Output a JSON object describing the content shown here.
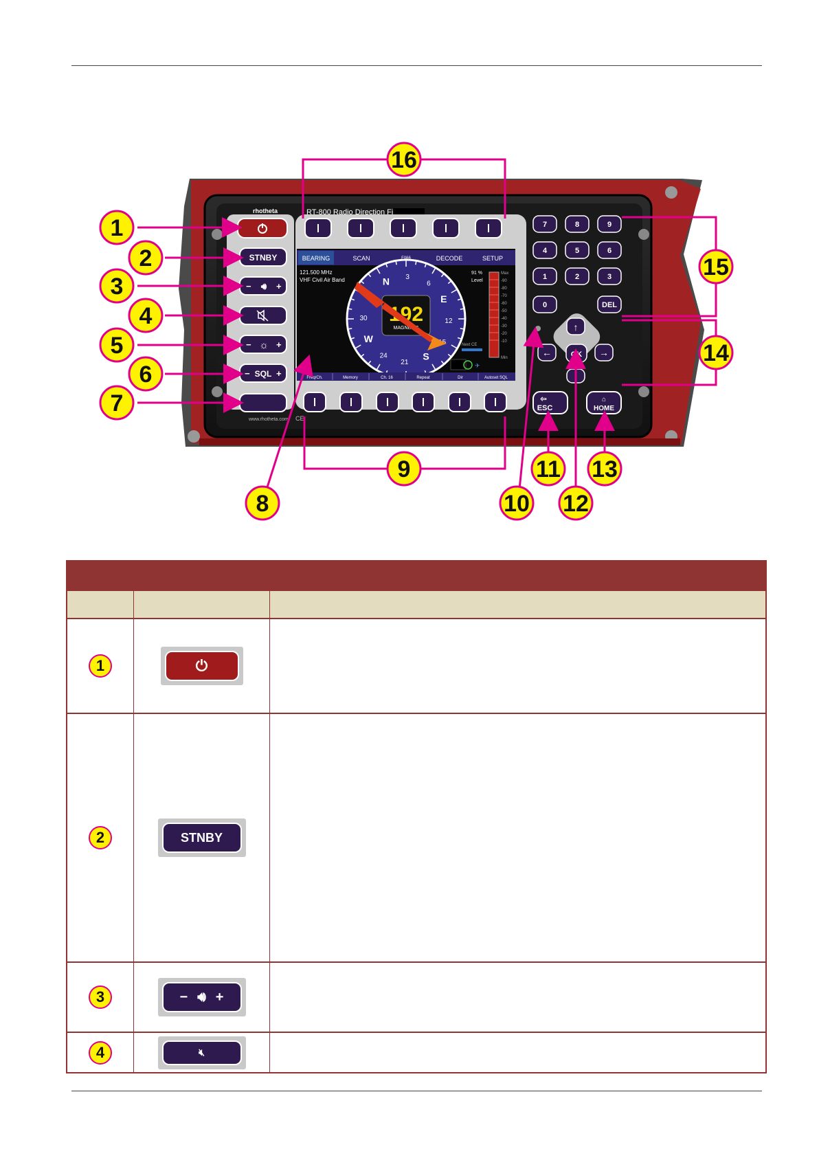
{
  "device": {
    "title": "RT-800 Radio Direction Finder",
    "brand": "rhotheta",
    "website": "www.rhotheta.com",
    "ce_mark": "CE",
    "left_buttons": {
      "standby": "STNBY",
      "volume_minus": "−",
      "volume_plus": "+",
      "brightness_minus": "−",
      "brightness_plus": "+",
      "squelch": "SQL",
      "squelch_minus": "−",
      "squelch_plus": "+"
    },
    "screen": {
      "tabs": [
        "BEARING",
        "SCAN",
        "",
        "DECODE",
        "SETUP"
      ],
      "active_tab": "BEARING",
      "frequency": "121.500 MHz",
      "band": "VHF Civil Air Band",
      "bearing_value": "192",
      "bearing_mode": "MAGNETIC",
      "compass_top_label": "F066",
      "compass_letters": [
        "N",
        "E",
        "S",
        "W"
      ],
      "compass_numbers": [
        "3",
        "6",
        "12",
        "15",
        "21",
        "24",
        "30",
        "33"
      ],
      "level_percent": "91 %",
      "level_label": "Level",
      "meter_max": "Max",
      "meter_min": "Min",
      "meter_ticks": [
        "-90",
        "-80",
        "-70",
        "-60",
        "-50",
        "-40",
        "-30",
        "-20",
        "-10"
      ],
      "next_ce_label": "Next CE",
      "softkeys": [
        "Freq/Ch.",
        "Memory",
        "Ch. 16",
        "Repeat",
        "Dir",
        "Autoset SQL"
      ]
    },
    "keypad": {
      "keys": [
        "7",
        "8",
        "9",
        "4",
        "5",
        "6",
        "1",
        "2",
        "3",
        "0",
        "DEL"
      ],
      "ok": "OK",
      "esc": "ESC",
      "home": "HOME"
    }
  },
  "callouts": [
    "1",
    "2",
    "3",
    "4",
    "5",
    "6",
    "7",
    "8",
    "9",
    "10",
    "11",
    "12",
    "13",
    "14",
    "15",
    "16"
  ],
  "table": {
    "rows": [
      {
        "num": "1"
      },
      {
        "num": "2",
        "button_label": "STNBY"
      },
      {
        "num": "3",
        "minus": "−",
        "plus": "+"
      },
      {
        "num": "4"
      }
    ]
  },
  "colors": {
    "accent_red": "#8f3333",
    "header_beige": "#e4dcbf",
    "callout_yellow": "#fff200",
    "callout_magenta": "#e0008a",
    "button_purple": "#2e1a4f",
    "power_red": "#a01c1c"
  }
}
